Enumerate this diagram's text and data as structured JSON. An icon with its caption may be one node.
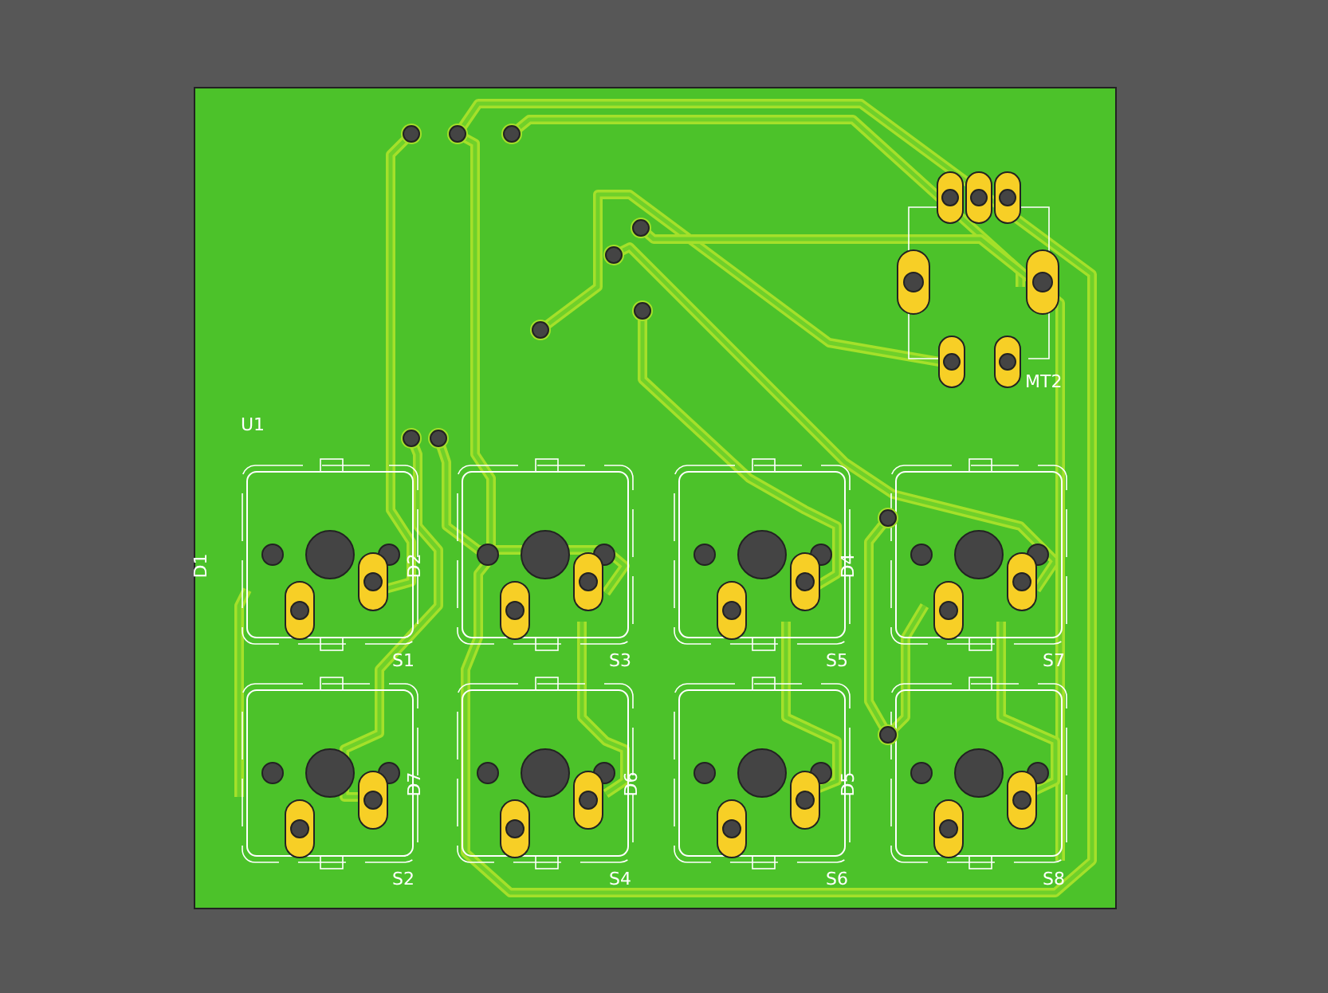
{
  "diagram": {
    "labels": [
      "MT2",
      "U1",
      "D1",
      "D2",
      "D4",
      "S1",
      "S3",
      "S5",
      "S7",
      "D7",
      "D6",
      "D5",
      "S2",
      "S4",
      "S6",
      "S8"
    ]
  }
}
